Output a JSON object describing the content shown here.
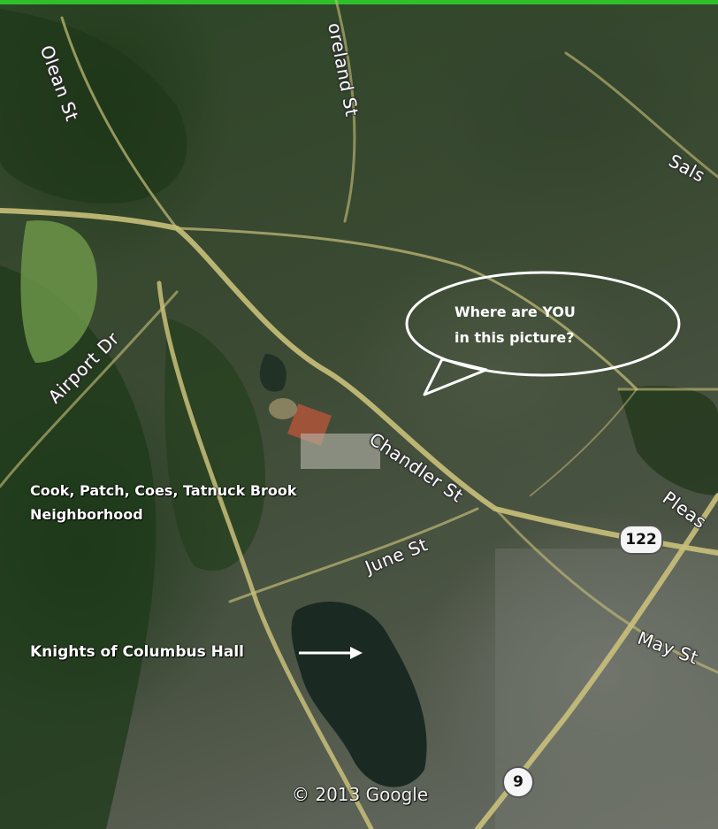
{
  "colors": {
    "top_bar": "#2fbf2a",
    "road": "#c9c07a",
    "forest": "#23401e",
    "water": "#1d2e25",
    "label_text": "#ffffff"
  },
  "streets": {
    "olean": "Olean St",
    "moreland": "oreland St",
    "salisbury": "Sals",
    "airport": "Airport Dr",
    "chandler": "Chandler St",
    "pleasant": "Pleas",
    "june": "June St",
    "may": "May St"
  },
  "route_shields": {
    "route_122": "122",
    "route_9": "9"
  },
  "callout": {
    "line1": "Where are YOU",
    "line2": "in this picture?"
  },
  "labels": {
    "neighborhood_line1": "Cook, Patch, Coes, Tatnuck Brook",
    "neighborhood_line2": "Neighborhood",
    "hall": "Knights of Columbus Hall"
  },
  "copyright": "© 2013 Google",
  "icons": {
    "callout": "speech-bubble-icon",
    "pointer": "arrow-right-icon"
  }
}
